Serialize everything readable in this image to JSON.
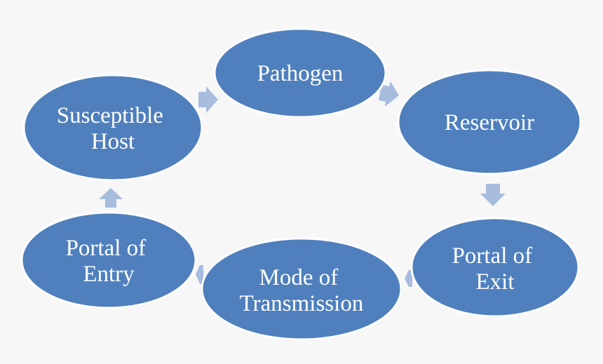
{
  "diagram": {
    "type": "cycle",
    "colors": {
      "node_fill": "#4f80bd",
      "node_stroke": "#ffffff",
      "arrow_fill": "#a8bcdd",
      "label": "#ffffff",
      "background": "#f7f7f7"
    },
    "nodes": {
      "pathogen": {
        "lines": [
          "Pathogen"
        ]
      },
      "reservoir": {
        "lines": [
          "Reservoir"
        ]
      },
      "portal_exit": {
        "lines": [
          "Portal of",
          "Exit"
        ]
      },
      "mode_transmission": {
        "lines": [
          "Mode of",
          "Transmission"
        ]
      },
      "portal_entry": {
        "lines": [
          "Portal of",
          "Entry"
        ]
      },
      "susceptible_host": {
        "lines": [
          "Susceptible",
          "Host"
        ]
      }
    },
    "order": [
      "pathogen",
      "reservoir",
      "portal_exit",
      "mode_transmission",
      "portal_entry",
      "susceptible_host"
    ]
  }
}
